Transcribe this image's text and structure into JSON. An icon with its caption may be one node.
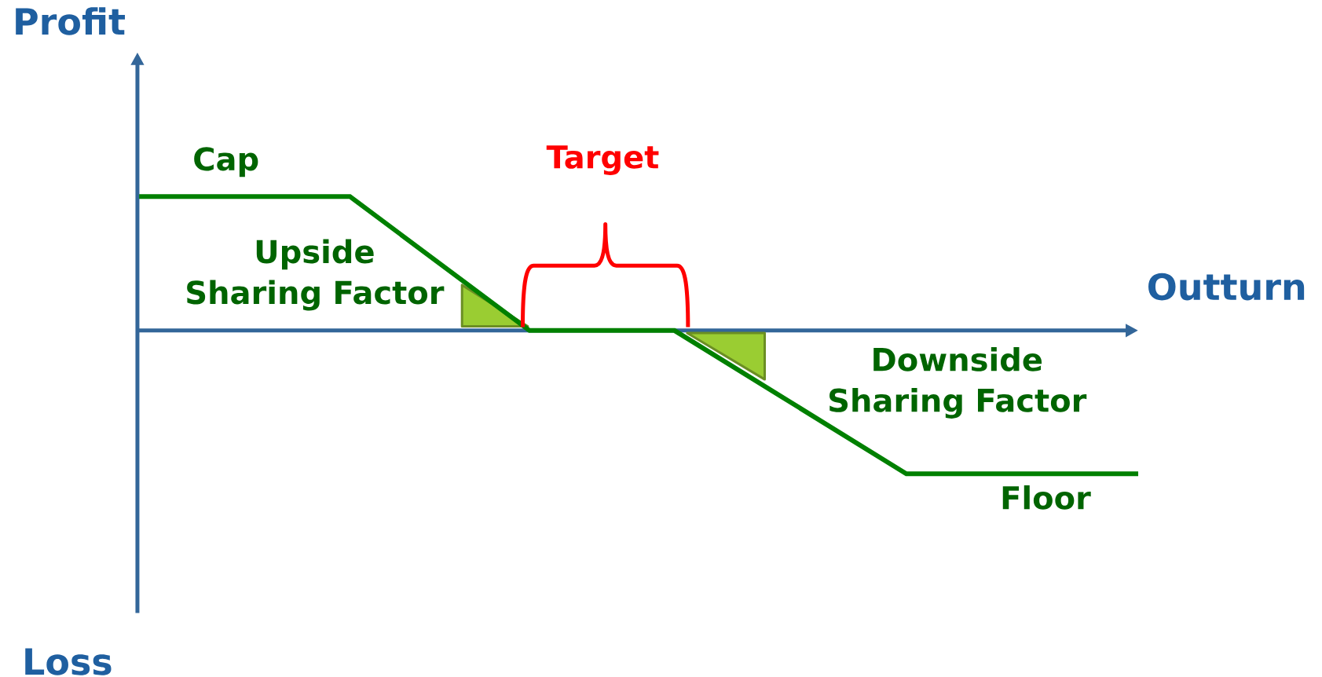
{
  "diagram": {
    "labels": [
      "Profit",
      "Outturn",
      "Loss",
      "Cap",
      "Target",
      "Upside Sharing Factor",
      "Downside Sharing Factor",
      "Floor"
    ]
  }
}
